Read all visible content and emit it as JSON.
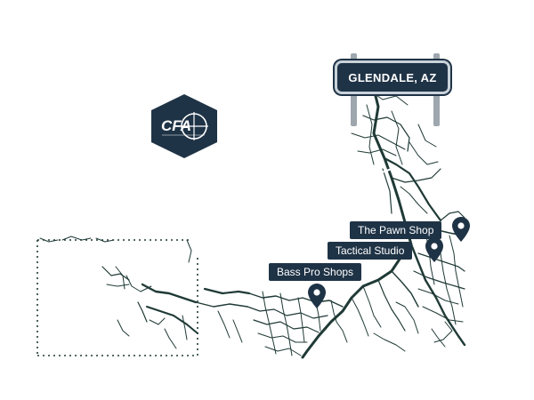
{
  "sign": {
    "city": "GLENDALE, AZ"
  },
  "places": [
    {
      "name": "The Pawn Shop",
      "icon": "map-pin-icon"
    },
    {
      "name": "Tactical Studio",
      "icon": "map-pin-icon"
    },
    {
      "name": "Bass Pro Shops",
      "icon": "map-pin-icon"
    }
  ],
  "logo": {
    "icon": "cfa-shield-logo-icon",
    "text": "CFA"
  },
  "colors": {
    "road": "#1f3a36",
    "label_bg": "#1f3346",
    "sign_bg": "#1f3346",
    "sign_border": "#c9d2da",
    "post": "#9ea7ae",
    "background": "#ffffff"
  }
}
